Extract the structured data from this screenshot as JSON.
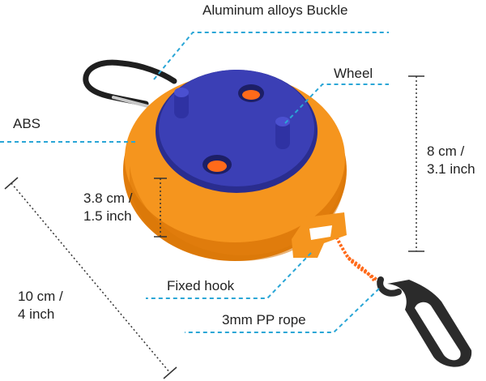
{
  "labels": {
    "buckle": "Aluminum alloys Buckle",
    "wheel": "Wheel",
    "abs": "ABS",
    "height_cm": "8 cm /",
    "height_in": "3.1 inch",
    "depth_cm": "3.8 cm /",
    "depth_in": "1.5 inch",
    "diameter_cm": "10 cm /",
    "diameter_in": "4 inch",
    "fixed_hook": "Fixed hook",
    "rope": "3mm PP rope"
  },
  "colors": {
    "callout_line": "#2aa6d6",
    "dimension_line": "#333333",
    "body_orange": "#f5951e",
    "body_orange_dark": "#e07c0c",
    "face_blue": "#3b3fb5",
    "face_blue_dark": "#2a2d8f",
    "rope_orange": "#ff6a1a",
    "hook_black": "#2b2b2b",
    "carabiner_black": "#1f1f1f"
  }
}
